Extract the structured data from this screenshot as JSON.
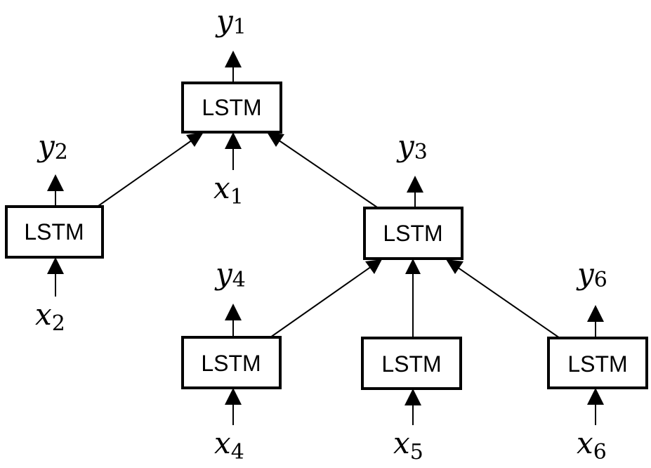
{
  "nodes": [
    {
      "id": "root",
      "label": "LSTM",
      "output": {
        "var": "y",
        "sub": "1"
      },
      "input": {
        "var": "x",
        "sub": "1"
      }
    },
    {
      "id": "n2",
      "label": "LSTM",
      "output": {
        "var": "y",
        "sub": "2"
      },
      "input": {
        "var": "x",
        "sub": "2"
      }
    },
    {
      "id": "n3",
      "label": "LSTM",
      "output": {
        "var": "y",
        "sub": "3"
      },
      "input": null
    },
    {
      "id": "n4",
      "label": "LSTM",
      "output": {
        "var": "y",
        "sub": "4"
      },
      "input": {
        "var": "x",
        "sub": "4"
      }
    },
    {
      "id": "n5",
      "label": "LSTM",
      "output": null,
      "input": {
        "var": "x",
        "sub": "5"
      }
    },
    {
      "id": "n6",
      "label": "LSTM",
      "output": {
        "var": "y",
        "sub": "6"
      },
      "input": {
        "var": "x",
        "sub": "6"
      }
    }
  ],
  "edges": [
    {
      "from": "n2",
      "to": "root"
    },
    {
      "from": "n3",
      "to": "root"
    },
    {
      "from": "n4",
      "to": "n3"
    },
    {
      "from": "n5",
      "to": "n3"
    },
    {
      "from": "n6",
      "to": "n3"
    }
  ]
}
